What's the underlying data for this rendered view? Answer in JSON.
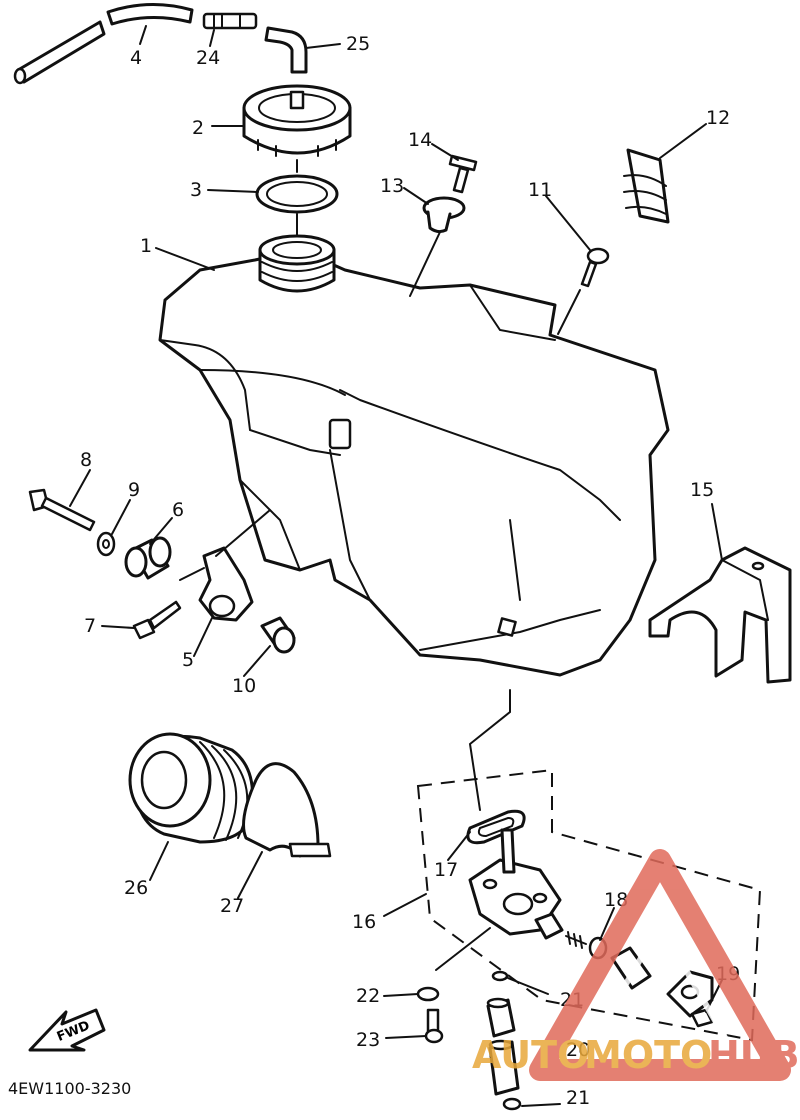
{
  "drawing_code": "4EW1100-3230",
  "fwd_label": "FWD",
  "parts": [
    {
      "id": "1",
      "name": "fuel-tank"
    },
    {
      "id": "2",
      "name": "tank-cap"
    },
    {
      "id": "3",
      "name": "cap-gasket"
    },
    {
      "id": "4",
      "name": "breather-hose"
    },
    {
      "id": "5",
      "name": "mounting-bracket"
    },
    {
      "id": "6",
      "name": "rubber-damper"
    },
    {
      "id": "7",
      "name": "bolt"
    },
    {
      "id": "8",
      "name": "long-bolt"
    },
    {
      "id": "9",
      "name": "washer"
    },
    {
      "id": "10",
      "name": "collar"
    },
    {
      "id": "11",
      "name": "screw"
    },
    {
      "id": "12",
      "name": "clip"
    },
    {
      "id": "13",
      "name": "grommet"
    },
    {
      "id": "14",
      "name": "screw"
    },
    {
      "id": "15",
      "name": "tank-cover"
    },
    {
      "id": "16",
      "name": "fuel-cock-assembly"
    },
    {
      "id": "17",
      "name": "gasket"
    },
    {
      "id": "18",
      "name": "o-ring"
    },
    {
      "id": "19",
      "name": "screw"
    },
    {
      "id": "20",
      "name": "filter"
    },
    {
      "id": "21",
      "name": "clip"
    },
    {
      "id": "22",
      "name": "washer"
    },
    {
      "id": "23",
      "name": "screw"
    },
    {
      "id": "24",
      "name": "fitting"
    },
    {
      "id": "25",
      "name": "hose"
    },
    {
      "id": "26",
      "name": "boot"
    },
    {
      "id": "27",
      "name": "band"
    }
  ],
  "watermark": {
    "part1": "AUTO",
    "part2": "MOTO",
    "part3": "HUB",
    "color": "#e06a5a",
    "accent": "#e8a83a"
  }
}
